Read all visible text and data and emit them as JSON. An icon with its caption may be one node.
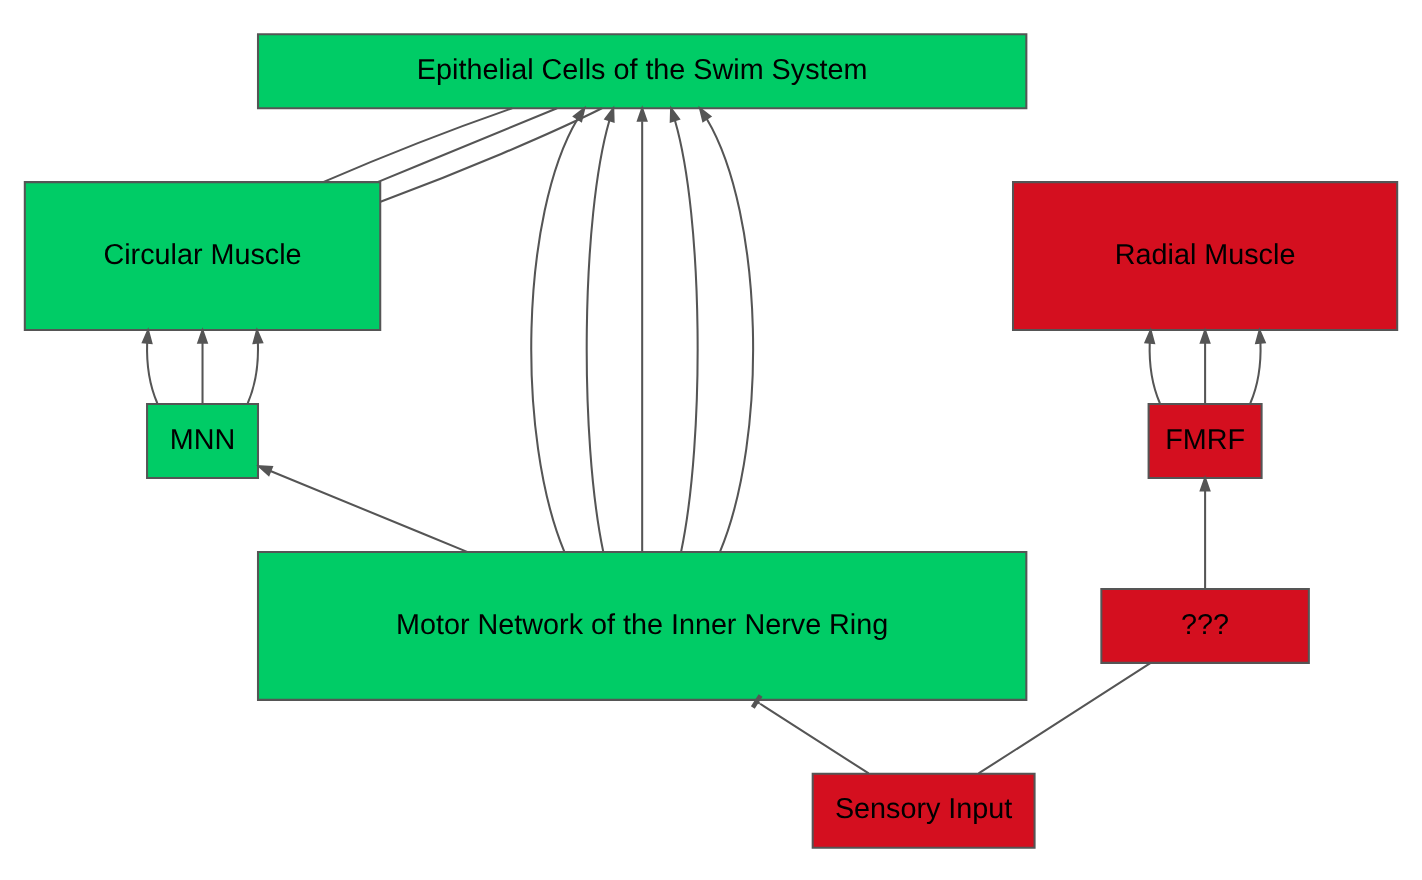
{
  "diagram": {
    "nodes": [
      {
        "text": [
          "Radial Muscle"
        ]
      },
      {
        "text": [
          "Circular Muscle"
        ]
      },
      {
        "text": [
          "FMRF"
        ]
      },
      {
        "text": [
          "MNN"
        ]
      },
      {
        "text": [
          "Epithelial Cells of the Swim System"
        ]
      },
      {
        "text": [
          "Motor Network of the Inner Nerve Ring"
        ]
      },
      {
        "text": [
          "???"
        ]
      },
      {
        "text": [
          "Sensory Input"
        ]
      }
    ],
    "edges": [
      {
        "from": 2,
        "to": 0,
        "arrow": "to"
      },
      {
        "from": 2,
        "to": 0,
        "arrow": "to"
      },
      {
        "from": 2,
        "to": 0,
        "arrow": "to"
      },
      {
        "from": 3,
        "to": 1,
        "arrow": "to"
      },
      {
        "from": 3,
        "to": 1,
        "arrow": "to"
      },
      {
        "from": 3,
        "to": 1,
        "arrow": "to"
      },
      {
        "from": 1,
        "to": 4,
        "arrow": "none"
      },
      {
        "from": 1,
        "to": 4,
        "arrow": "none"
      },
      {
        "from": 1,
        "to": 4,
        "arrow": "none"
      },
      {
        "from": 5,
        "to": 4,
        "arrow": "to"
      },
      {
        "from": 5,
        "to": 4,
        "arrow": "to"
      },
      {
        "from": 5,
        "to": 4,
        "arrow": "to"
      },
      {
        "from": 5,
        "to": 4,
        "arrow": "to"
      },
      {
        "from": 5,
        "to": 4,
        "arrow": "to"
      },
      {
        "from": 5,
        "to": 3,
        "arrow": "to"
      },
      {
        "from": 7,
        "to": 5,
        "arrow": "other"
      },
      {
        "from": 7,
        "to": 6,
        "arrow": "none"
      },
      {
        "from": 6,
        "to": 2,
        "arrow": "to"
      }
    ]
  }
}
